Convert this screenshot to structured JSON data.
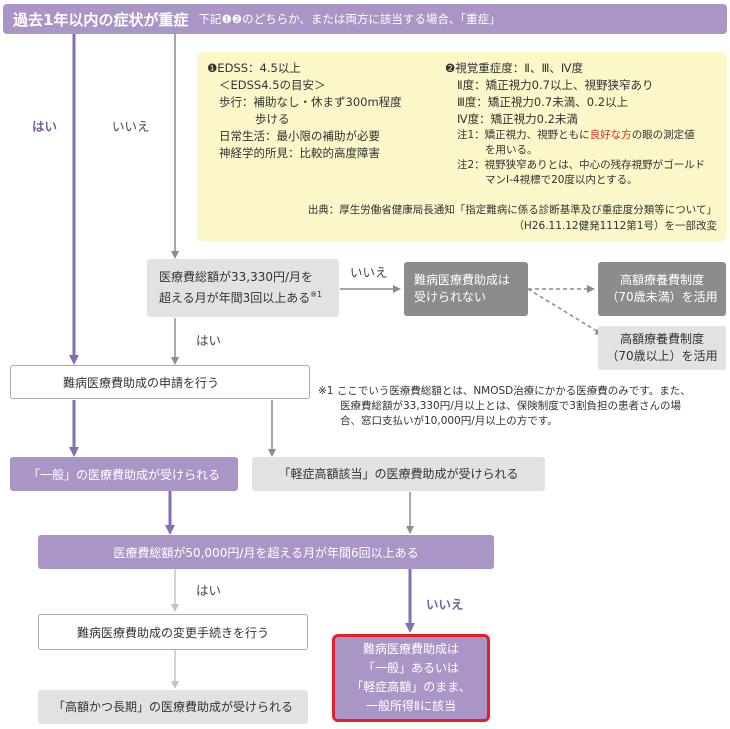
{
  "top": {
    "title": "過去1年以内の症状が重症",
    "desc": "下記❶❷のどちらか、または両方に該当する場合、「重症」"
  },
  "note": {
    "edss_title": "❶EDSS：4.5以上",
    "edss_sub": "＜EDSS4.5の目安＞",
    "edss_walk1": "歩行：補助なし・休まず300m程度",
    "edss_walk2": "歩ける",
    "edss_life": "日常生活：最小限の補助が必要",
    "edss_neuro": "神経学的所見：比較的高度障害",
    "vis_title": "❷視覚重症度：Ⅱ、Ⅲ、Ⅳ度",
    "vis_2": "Ⅱ度：矯正視力0.7以上、視野狭窄あり",
    "vis_3": "Ⅲ度：矯正視力0.7未満、0.2以上",
    "vis_4": "Ⅳ度：矯正視力0.2未満",
    "note1_a": "注1：矯正視力、視野ともに",
    "note1_red": "良好な方",
    "note1_b": "の眼の測定値",
    "note1_c": "を用いる。",
    "note2_a": "注2：視野狭窄ありとは、中心の残存視野がゴールド",
    "note2_b": "マンⅠ-4視標で20度以内とする。",
    "source1": "出典：厚生労働省健康局長通知「指定難病に係る診断基準及び重症度分類等について」",
    "source2": "（H26.11.12健発1112第1号）を一部改変"
  },
  "labels": {
    "yes": "はい",
    "no": "いいえ"
  },
  "nodes": {
    "cost_q1_a": "医療費総額が33,330円/月を",
    "cost_q1_b": "超える月が年間3回以上ある",
    "cost_q1_mark": "※1",
    "not_eligible_a": "難病医療費助成は",
    "not_eligible_b": "受けられない",
    "kougaku_u70_a": "高額療養費制度",
    "kougaku_u70_b": "（70歳未満）を活用",
    "kougaku_o70_a": "高額療養費制度",
    "kougaku_o70_b": "（70歳以上）を活用",
    "apply": "難病医療費助成の申請を行う",
    "general": "「一般」の医療費助成が受けられる",
    "light": "「軽症高額該当」の医療費助成が受けられる",
    "cost_q2": "医療費総額が50,000円/月を超える月が年間6回以上ある",
    "change": "難病医療費助成の変更手続きを行う",
    "high_long": "「高額かつ長期」の医療費助成が受けられる",
    "final_1": "難病医療費助成は",
    "final_2": "「一般」あるいは",
    "final_3": "「軽症高額」のまま、",
    "final_4": "一般所得Ⅱに該当"
  },
  "footnote": {
    "line1": "※1 ここでいう医療費総額とは、NMOSD治療にかかる医療費のみです。また、",
    "line2": "医療費総額が33,330円/月以上とは、保険制度で3割負担の患者さんの場",
    "line3": "合、窓口支払いが10,000円/月以上の方です。"
  },
  "colors": {
    "purple": "#a996c6",
    "purple_arrow": "#8a6bb5",
    "gray_arrow": "#8c8c8c",
    "note_bg": "#fbf7c9",
    "highlight_red": "#e0292a"
  }
}
